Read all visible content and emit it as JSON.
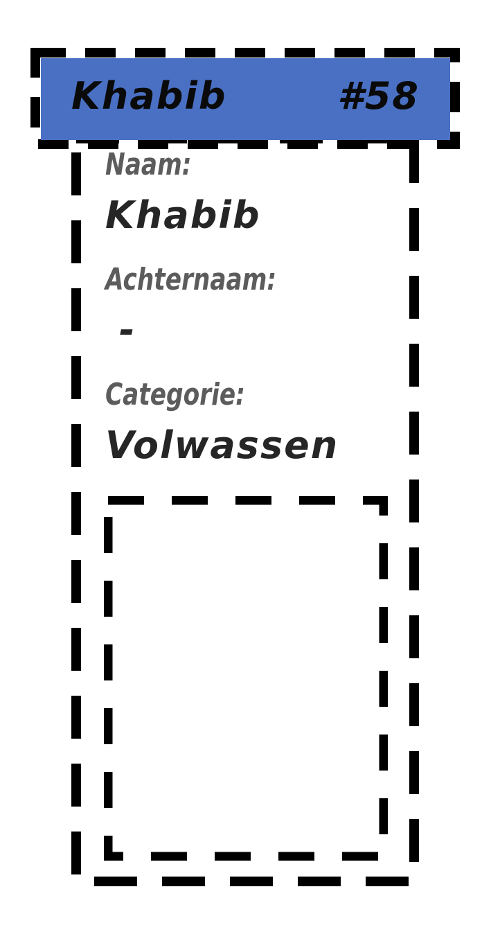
{
  "card": {
    "header": {
      "name": "Khabib",
      "number": "#58",
      "background_color": "#4a70c4"
    },
    "fields": {
      "first_name_label": "Naam:",
      "first_name_value": "Khabib",
      "last_name_label": "Achternaam:",
      "last_name_value": "-",
      "category_label": "Categorie:",
      "category_value": "Volwassen"
    }
  }
}
